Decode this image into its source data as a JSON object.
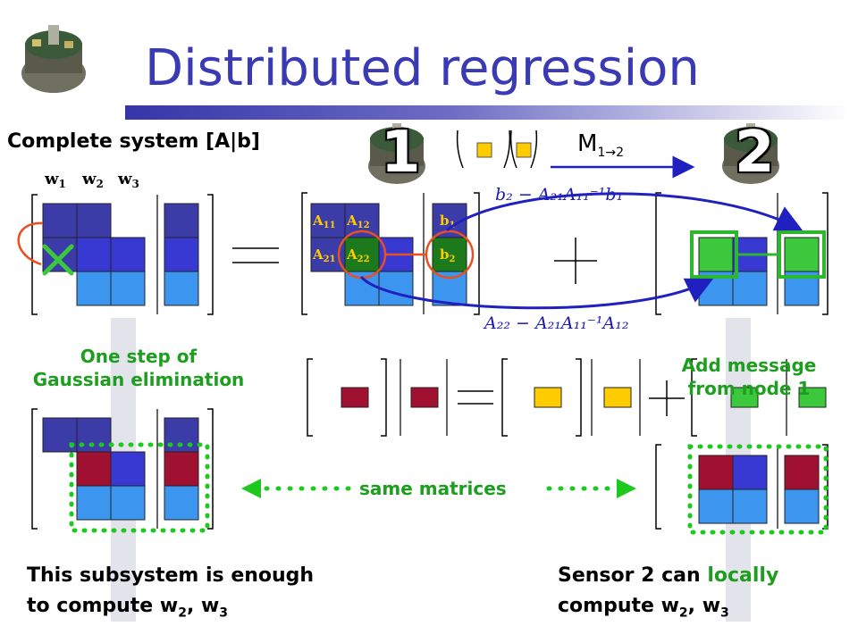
{
  "slide": {
    "title": "Distributed regression",
    "subtitle": "Complete system [A|b]",
    "node_labels": [
      "1",
      "2"
    ],
    "message": {
      "base": "M",
      "sub": "1→2"
    },
    "variables": [
      "w",
      "w",
      "w"
    ],
    "variable_subs": [
      "1",
      "2",
      "3"
    ],
    "block_labels": {
      "a11": "A",
      "a11_sub": "11",
      "a12": "A",
      "a12_sub": "12",
      "a21": "A",
      "a21_sub": "21",
      "a22": "A",
      "a22_sub": "22",
      "b1": "b",
      "b1_sub": "1",
      "b2": "b",
      "b2_sub": "2"
    },
    "formula_top": "b₂ − A₂₁A₁₁⁻¹b₁",
    "formula_bottom": "A₂₂ − A₂₁A₁₁⁻¹A₁₂",
    "step_label": [
      "One step of",
      "Gaussian elimination"
    ],
    "add_message_label": [
      "Add message",
      "from node 1"
    ],
    "same_label": "same matrices",
    "left_caption": {
      "line1": "This subsystem is enough",
      "line2_prefix": "to compute w",
      "sub_a": "2",
      "sep": ", w",
      "sub_b": "3"
    },
    "right_caption": {
      "line1_prefix": "Sensor 2 can ",
      "line1_highlight": "locally",
      "line2_prefix": "compute w",
      "sub_a": "2",
      "sep": ", w",
      "sub_b": "3"
    },
    "colors": {
      "title": "#3a3ab4",
      "dark_blue": "#3c3ca8",
      "mid_blue": "#3838d2",
      "light_blue": "#3c96f0",
      "crimson": "#a01030",
      "yellow": "#ffcc00",
      "green": "#3cc83c",
      "orange": "#e85020"
    }
  }
}
